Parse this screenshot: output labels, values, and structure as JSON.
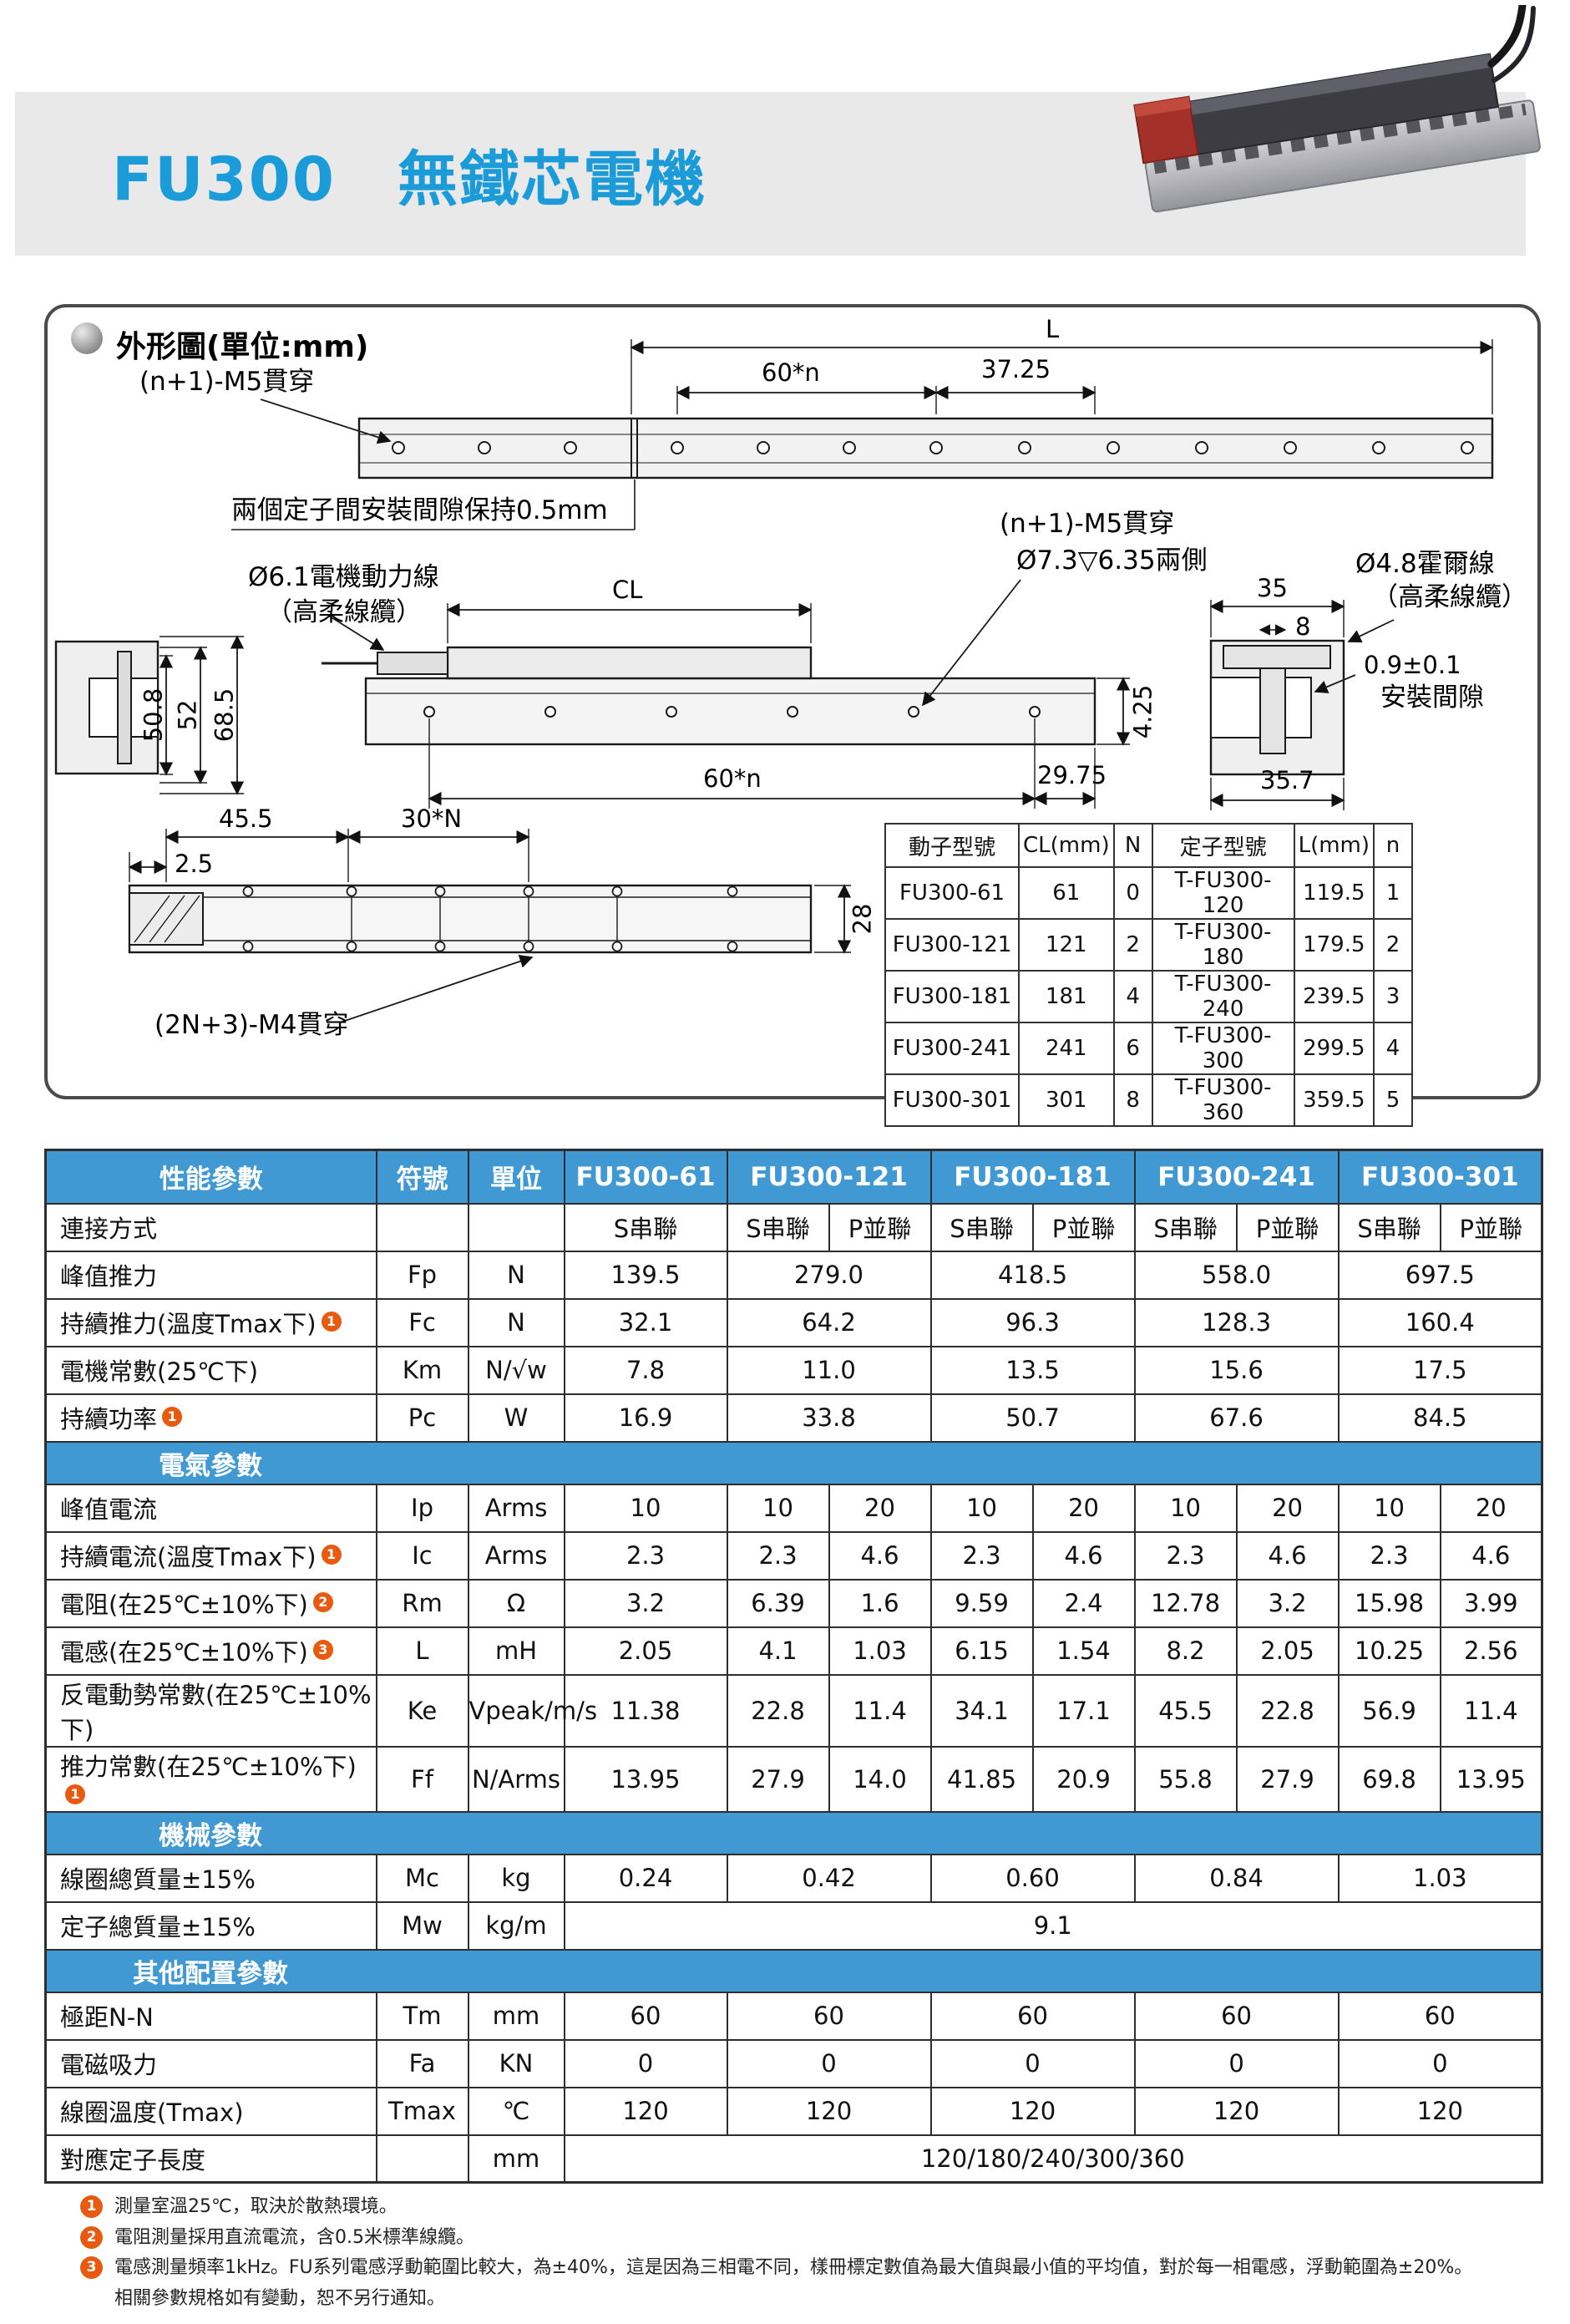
{
  "page": {
    "title": "FU300　無鐵芯電機"
  },
  "colors": {
    "accent_blue": "#1b9cd8",
    "table_header_blue": "#4199d3",
    "note_badge_orange": "#e85a10",
    "band_gray": "#e9e9e9"
  },
  "drawing": {
    "panel_title": "外形圖(單位:mm)",
    "labels": {
      "m5_top": "(n+1)-M5貫穿",
      "dim_L": "L",
      "dim_60n_top": "60*n",
      "dim_3725": "37.25",
      "gap_note": "兩個定子間安裝間隙保持0.5mm",
      "power_cable_1": "Ø6.1電機動力線",
      "power_cable_2": "（高柔線纜）",
      "dim_CL": "CL",
      "m5_mid": "(n+1)-M5貫穿",
      "counterbore": "Ø7.3▽6.35兩側",
      "dim_508": "50.8",
      "dim_52": "52",
      "dim_685": "68.5",
      "dim_425": "4.25",
      "dim_60n_mid": "60*n",
      "dim_2975": "29.75",
      "dim_35": "35",
      "dim_8": "8",
      "hall_cable_1": "Ø4.8霍爾線",
      "hall_cable_2": "（高柔線纜）",
      "gap_dim_1": "0.9±0.1",
      "gap_dim_2": "安裝間隙",
      "dim_357": "35.7",
      "dim_455": "45.5",
      "dim_30N": "30*N",
      "dim_25": "2.5",
      "dim_28": "28",
      "m4_label": "(2N+3)-M4貫穿"
    },
    "mini_table": {
      "headers": [
        "動子型號",
        "CL(mm)",
        "N",
        "定子型號",
        "L(mm)",
        "n"
      ],
      "rows": [
        [
          "FU300-61",
          "61",
          "0",
          "T-FU300-120",
          "119.5",
          "1"
        ],
        [
          "FU300-121",
          "121",
          "2",
          "T-FU300-180",
          "179.5",
          "2"
        ],
        [
          "FU300-181",
          "181",
          "4",
          "T-FU300-240",
          "239.5",
          "3"
        ],
        [
          "FU300-241",
          "241",
          "6",
          "T-FU300-300",
          "299.5",
          "4"
        ],
        [
          "FU300-301",
          "301",
          "8",
          "T-FU300-360",
          "359.5",
          "5"
        ]
      ]
    }
  },
  "spec": {
    "header": {
      "param": "性能參數",
      "symbol": "符號",
      "unit": "單位",
      "models": [
        "FU300-61",
        "FU300-121",
        "FU300-181",
        "FU300-241",
        "FU300-301"
      ]
    },
    "connection": {
      "label": "連接方式",
      "values": [
        "S串聯",
        "S串聯",
        "P並聯",
        "S串聯",
        "P並聯",
        "S串聯",
        "P並聯",
        "S串聯",
        "P並聯"
      ]
    },
    "peak_force": {
      "label": "峰值推力",
      "sym": "Fp",
      "unit": "N",
      "values": [
        "139.5",
        "279.0",
        "418.5",
        "558.0",
        "697.5"
      ]
    },
    "cont_force": {
      "label": "持續推力(溫度Tmax下)",
      "note": "1",
      "sym": "Fc",
      "unit": "N",
      "values": [
        "32.1",
        "64.2",
        "96.3",
        "128.3",
        "160.4"
      ]
    },
    "motor_const": {
      "label": "電機常數(25℃下)",
      "sym": "Km",
      "unit": "N/√w",
      "values": [
        "7.8",
        "11.0",
        "13.5",
        "15.6",
        "17.5"
      ]
    },
    "cont_power": {
      "label": "持續功率",
      "note": "1",
      "sym": "Pc",
      "unit": "W",
      "values": [
        "16.9",
        "33.8",
        "50.7",
        "67.6",
        "84.5"
      ]
    },
    "sec_electrical": "電氣參數",
    "peak_current": {
      "label": "峰值電流",
      "sym": "Ip",
      "unit": "Arms",
      "values": [
        "10",
        "10",
        "20",
        "10",
        "20",
        "10",
        "20",
        "10",
        "20"
      ]
    },
    "cont_current": {
      "label": "持續電流(溫度Tmax下)",
      "note": "1",
      "sym": "Ic",
      "unit": "Arms",
      "values": [
        "2.3",
        "2.3",
        "4.6",
        "2.3",
        "4.6",
        "2.3",
        "4.6",
        "2.3",
        "4.6"
      ]
    },
    "resistance": {
      "label": "電阻(在25℃±10%下)",
      "note": "2",
      "sym": "Rm",
      "unit": "Ω",
      "values": [
        "3.2",
        "6.39",
        "1.6",
        "9.59",
        "2.4",
        "12.78",
        "3.2",
        "15.98",
        "3.99"
      ]
    },
    "inductance": {
      "label": "電感(在25℃±10%下)",
      "note": "3",
      "sym": "L",
      "unit": "mH",
      "values": [
        "2.05",
        "4.1",
        "1.03",
        "6.15",
        "1.54",
        "8.2",
        "2.05",
        "10.25",
        "2.56"
      ]
    },
    "back_emf": {
      "label": "反電動勢常數(在25℃±10%下)",
      "sym": "Ke",
      "unit": "Vpeak/m/s",
      "values": [
        "11.38",
        "22.8",
        "11.4",
        "34.1",
        "17.1",
        "45.5",
        "22.8",
        "56.9",
        "11.4"
      ]
    },
    "force_const": {
      "label": "推力常數(在25℃±10%下)",
      "note": "1",
      "sym": "Ff",
      "unit": "N/Arms",
      "values": [
        "13.95",
        "27.9",
        "14.0",
        "41.85",
        "20.9",
        "55.8",
        "27.9",
        "69.8",
        "13.95"
      ]
    },
    "sec_mechanical": "機械參數",
    "coil_mass": {
      "label": "線圈總質量±15%",
      "sym": "Mc",
      "unit": "kg",
      "values": [
        "0.24",
        "0.42",
        "0.60",
        "0.84",
        "1.03"
      ]
    },
    "stator_mass": {
      "label": "定子總質量±15%",
      "sym": "Mw",
      "unit": "kg/m",
      "value": "9.1"
    },
    "sec_other": "其他配置參數",
    "pole_pitch": {
      "label": "極距N-N",
      "sym": "Tm",
      "unit": "mm",
      "values": [
        "60",
        "60",
        "60",
        "60",
        "60"
      ]
    },
    "attraction": {
      "label": "電磁吸力",
      "sym": "Fa",
      "unit": "KN",
      "values": [
        "0",
        "0",
        "0",
        "0",
        "0"
      ]
    },
    "coil_temp": {
      "label": "線圈溫度(Tmax)",
      "sym": "Tmax",
      "unit": "℃",
      "values": [
        "120",
        "120",
        "120",
        "120",
        "120"
      ]
    },
    "stator_length": {
      "label": "對應定子長度",
      "sym": "",
      "unit": "mm",
      "value": "120/180/240/300/360"
    }
  },
  "footnotes": [
    {
      "num": "1",
      "text": "測量室溫25℃，取決於散熱環境。"
    },
    {
      "num": "2",
      "text": "電阻測量採用直流電流，含0.5米標準線纜。"
    },
    {
      "num": "3",
      "text": "電感測量頻率1kHz。FU系列電感浮動範圍比較大，為±40%，這是因為三相電不同，樣冊標定數值為最大值與最小值的平均值，對於每一相電感，浮動範圍為±20%。"
    },
    {
      "num": "",
      "text": "相關參數規格如有變動，恕不另行通知。"
    }
  ]
}
